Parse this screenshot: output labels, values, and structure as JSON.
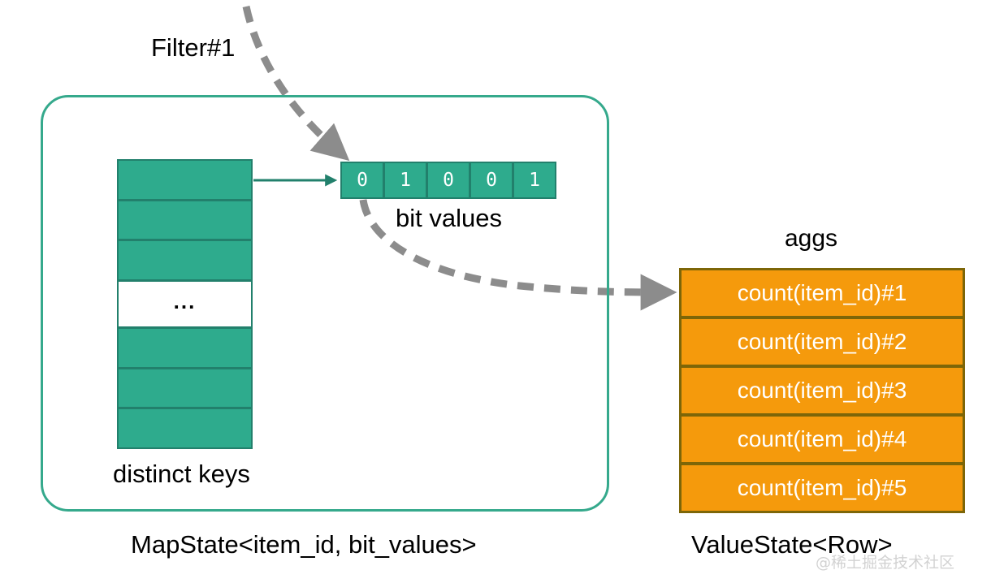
{
  "diagram": {
    "title_filter": "Filter#1",
    "bit_values_label": "bit values",
    "distinct_keys_label": "distinct keys",
    "aggs_label": "aggs",
    "mapstate_label": "MapState<item_id, bit_values>",
    "valuestate_label": "ValueState<Row>",
    "ellipsis": "...",
    "watermark": "@稀土掘金技术社区"
  },
  "bit_values": [
    "0",
    "1",
    "0",
    "0",
    "1"
  ],
  "distinct_keys_cells": [
    {
      "type": "key",
      "label": ""
    },
    {
      "type": "key",
      "label": ""
    },
    {
      "type": "key",
      "label": ""
    },
    {
      "type": "ellipsis",
      "label": "..."
    },
    {
      "type": "key",
      "label": ""
    },
    {
      "type": "key",
      "label": ""
    },
    {
      "type": "key",
      "label": ""
    }
  ],
  "aggs": [
    "count(item_id)#1",
    "count(item_id)#2",
    "count(item_id)#3",
    "count(item_id)#4",
    "count(item_id)#5"
  ],
  "colors": {
    "teal_fill": "#2EAB8D",
    "teal_border": "#22806C",
    "container_border": "#35A98C",
    "orange_fill": "#F59A0C",
    "orange_border": "#7D6608",
    "dashed_arrow": "#8C8C8C",
    "text": "#000000",
    "watermark": "#D2D2D2"
  }
}
